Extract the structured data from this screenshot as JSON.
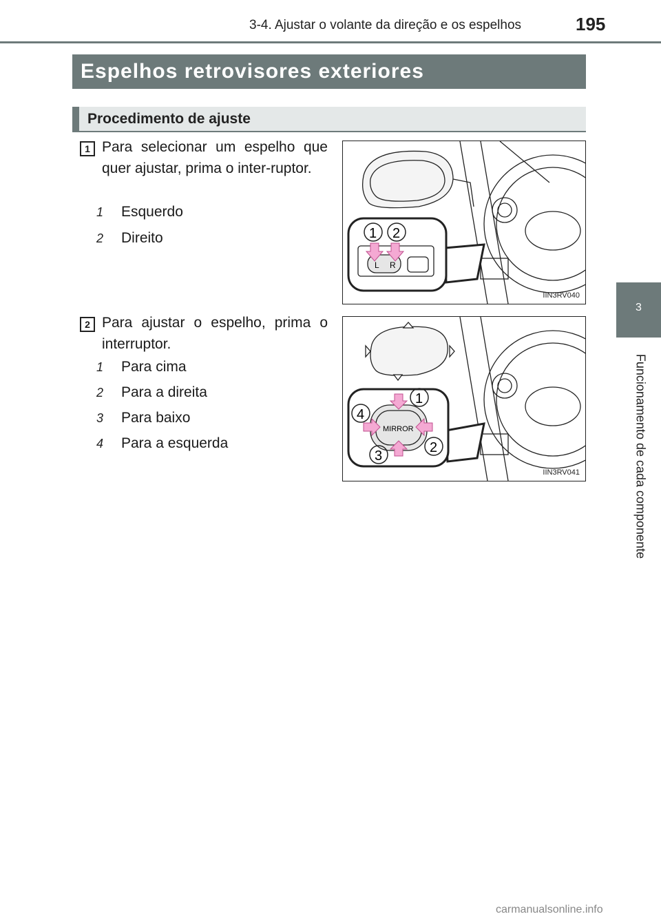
{
  "header": {
    "section": "3-4. Ajustar o volante da direção e os espelhos",
    "page": "195"
  },
  "side_tab": {
    "number": "3",
    "label": "Funcionamento de cada componente"
  },
  "title": "Espelhos retrovisores exteriores",
  "subtitle": "Procedimento de ajuste",
  "steps": [
    {
      "num": "1",
      "text": "Para selecionar um espelho que quer ajustar, prima o inter-ruptor.",
      "items": [
        {
          "n": "1",
          "label": "Esquerdo"
        },
        {
          "n": "2",
          "label": "Direito"
        }
      ],
      "figure": {
        "code": "IIN3RV040",
        "callouts": [
          "1",
          "2"
        ],
        "switch_labels": [
          "L",
          "R"
        ]
      }
    },
    {
      "num": "2",
      "text": "Para ajustar o espelho, prima o interruptor.",
      "items": [
        {
          "n": "1",
          "label": "Para cima"
        },
        {
          "n": "2",
          "label": "Para a direita"
        },
        {
          "n": "3",
          "label": "Para baixo"
        },
        {
          "n": "4",
          "label": "Para a esquerda"
        }
      ],
      "figure": {
        "code": "IIN3RV041",
        "callouts": [
          "1",
          "2",
          "3",
          "4"
        ],
        "switch_label": "MIRROR"
      }
    }
  ],
  "watermark": "carmanualsonline.info",
  "colors": {
    "accent": "#6d7a7a",
    "arrow_pink": "#f4a9d3"
  }
}
